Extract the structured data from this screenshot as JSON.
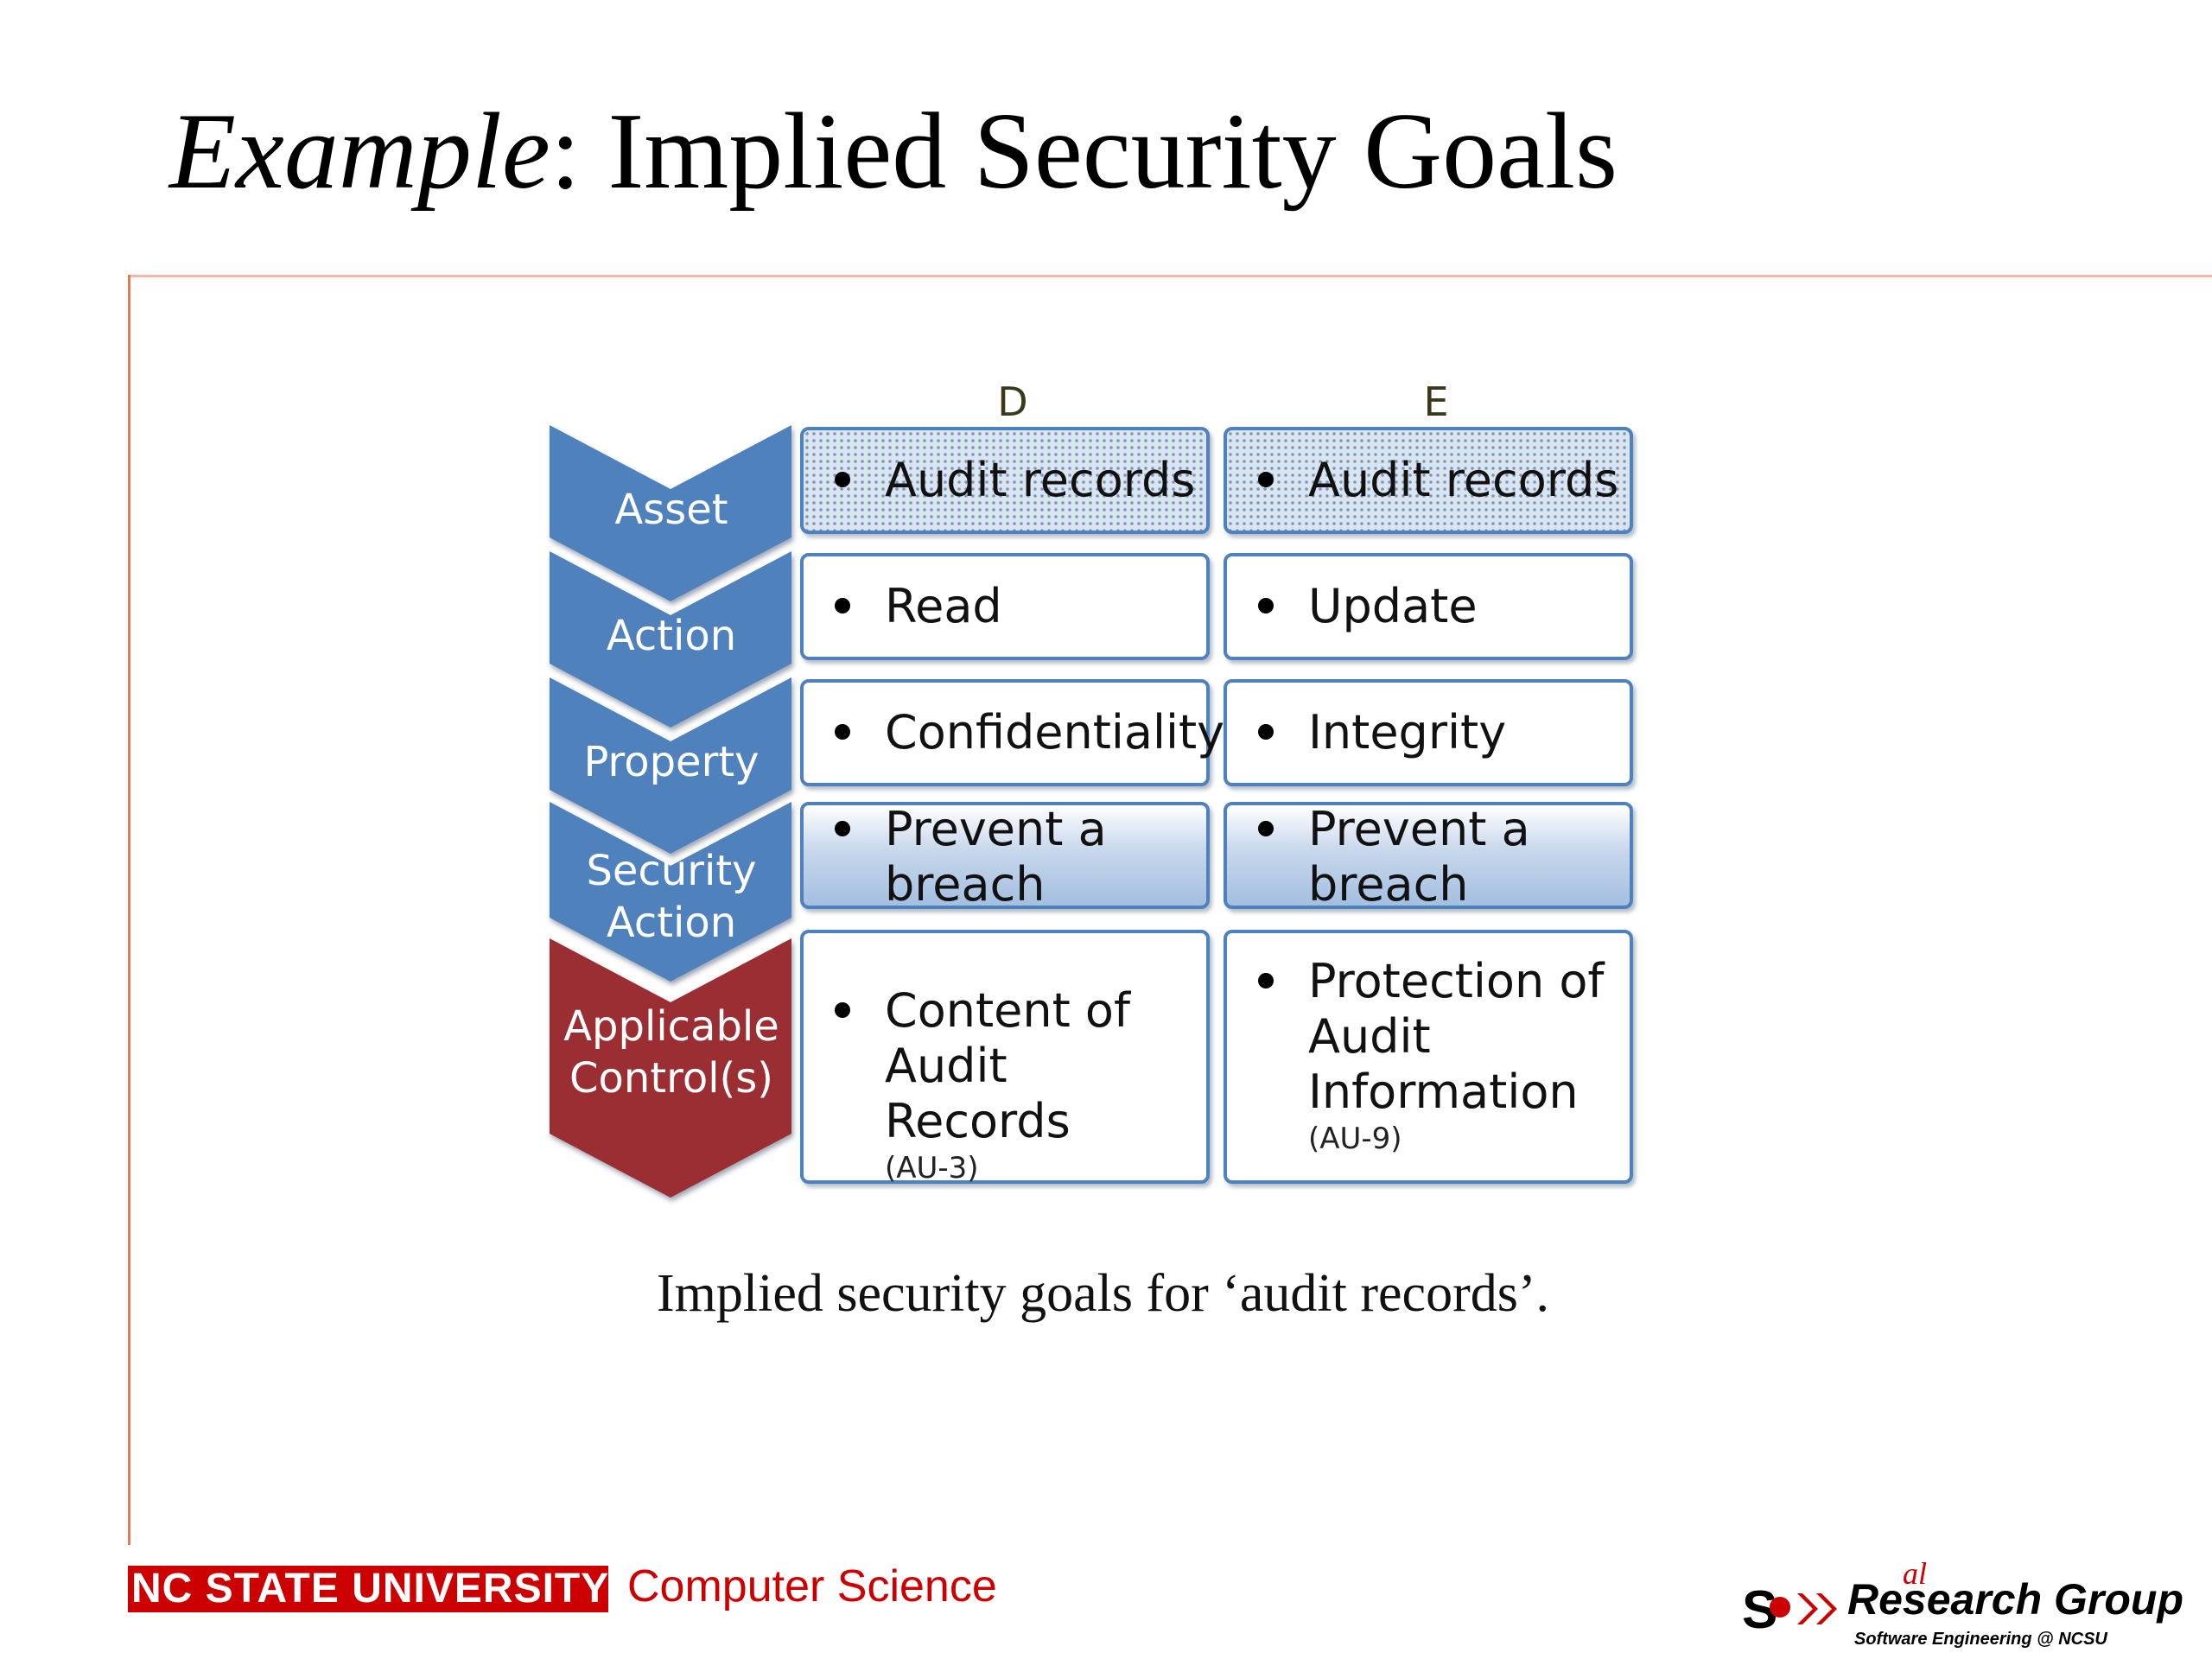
{
  "slide": {
    "title_italic": "Example",
    "title_rest": ": Implied Security Goals",
    "caption": "Implied security goals for ‘audit records’."
  },
  "diagram": {
    "columns": [
      "D",
      "E"
    ],
    "rows": [
      {
        "label": "Asset",
        "d": "Audit records",
        "e": "Audit records"
      },
      {
        "label": "Action",
        "d": "Read",
        "e": "Update"
      },
      {
        "label": "Property",
        "d": "Confidentiality",
        "e": "Integrity"
      },
      {
        "label_line1": "Security",
        "label_line2": "Action",
        "d_line1": "Prevent a",
        "d_line2": "breach",
        "e_line1": "Prevent a",
        "e_line2": "breach"
      },
      {
        "label_line1": "Applicable",
        "label_line2": "Control(s)",
        "d_line1": "Content of",
        "d_line2": "Audit Records",
        "d_ref": "(AU-3)",
        "e_line1": "Protection of",
        "e_line2": "Audit",
        "e_line3": "Information",
        "e_ref": "(AU-9)"
      }
    ],
    "colors": {
      "blue": "#4f81bd",
      "red": "#9b2d30",
      "cell_border": "#4f81bd"
    }
  },
  "footer": {
    "university": "NC STATE UNIVERSITY",
    "department": "Computer Science",
    "logo_text": "Research Group",
    "logo_superscript": "al",
    "logo_subtitle": "Software Engineering @ NCSU",
    "logo_icon": "sre-logo-icon"
  }
}
